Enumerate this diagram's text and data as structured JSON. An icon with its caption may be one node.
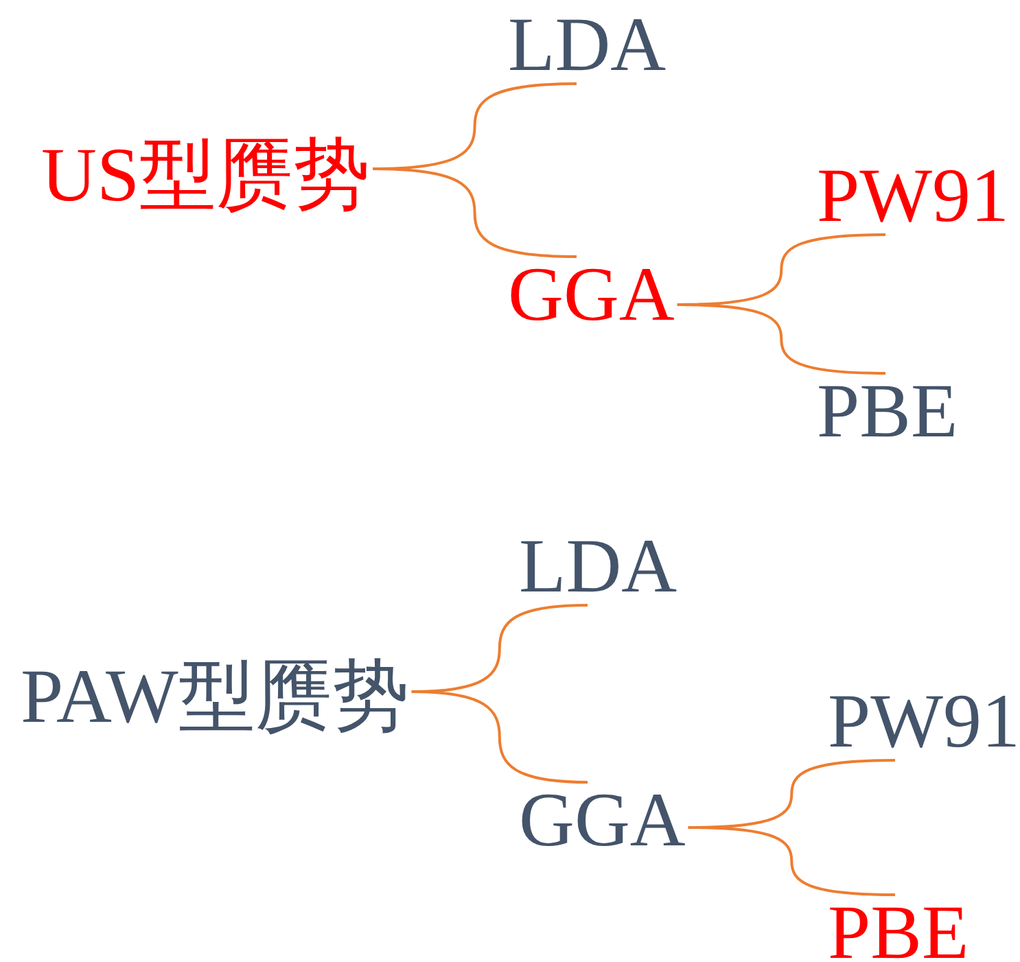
{
  "diagram": {
    "nodes": [
      {
        "text": [
          "US型赝势"
        ]
      },
      {
        "text": [
          "LDA"
        ]
      },
      {
        "text": [
          "GGA"
        ]
      },
      {
        "text": [
          "PW91"
        ]
      },
      {
        "text": [
          "PBE"
        ]
      },
      {
        "text": [
          "PAW型赝势"
        ]
      },
      {
        "text": [
          "LDA"
        ]
      },
      {
        "text": [
          "GGA"
        ]
      },
      {
        "text": [
          "PW91"
        ]
      },
      {
        "text": [
          "PBE"
        ]
      }
    ],
    "edges": [
      {
        "from": 0,
        "to": 1,
        "arrow": "none"
      },
      {
        "from": 0,
        "to": 2,
        "arrow": "none"
      },
      {
        "from": 2,
        "to": 3,
        "arrow": "none"
      },
      {
        "from": 2,
        "to": 4,
        "arrow": "none"
      },
      {
        "from": 5,
        "to": 6,
        "arrow": "none"
      },
      {
        "from": 5,
        "to": 7,
        "arrow": "none"
      },
      {
        "from": 7,
        "to": 8,
        "arrow": "none"
      },
      {
        "from": 7,
        "to": 9,
        "arrow": "none"
      }
    ]
  }
}
